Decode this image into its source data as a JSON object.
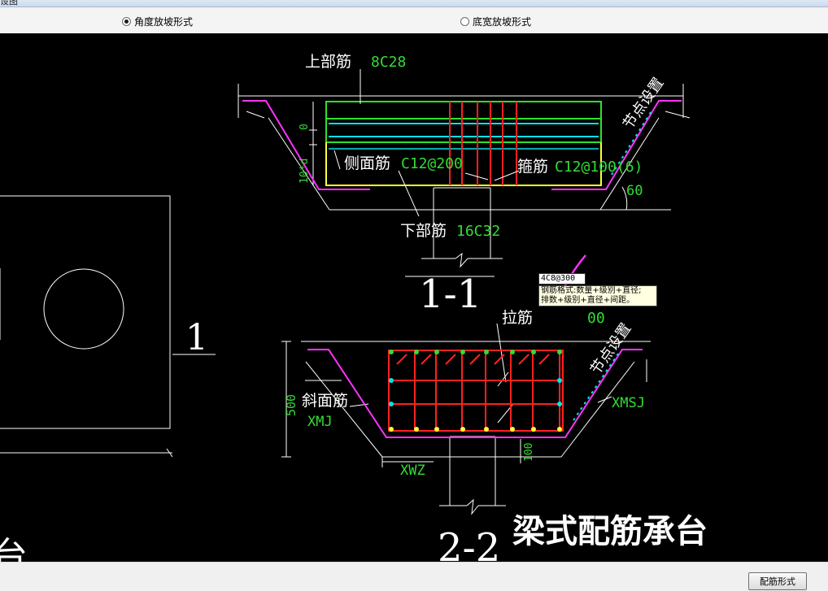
{
  "window": {
    "title": "设图"
  },
  "options": [
    {
      "label": "角度放坡形式",
      "selected": true
    },
    {
      "label": "底宽放坡形式",
      "selected": false
    }
  ],
  "drawing": {
    "section1": {
      "title": "1-1",
      "top_rebar_label": "上部筋",
      "top_rebar_value": "8C28",
      "side_rebar_label": "侧面筋",
      "side_rebar_value": "C12@200",
      "stirrup_label": "箍筋",
      "stirrup_value": "C12@100(6)",
      "bottom_rebar_label": "下部筋",
      "bottom_rebar_value": "16C32",
      "node_setting": "节点设置",
      "angle": "60",
      "dim_zero": "0",
      "dim_10d": "10*d"
    },
    "section2": {
      "title": "2-2",
      "tie_label": "拉筋",
      "tie_value": "4C8@300",
      "tie_behind": "00",
      "slope_rebar_label": "斜面筋",
      "xmj": "XMJ",
      "xmsj": "XMSJ",
      "xwz": "XWZ",
      "dim_500": "500",
      "dim_100": "100",
      "node_setting": "节点设置"
    },
    "plan_label": "1",
    "caption": "梁式配筋承台",
    "partial_char": "台"
  },
  "tooltip": {
    "line1": "钢筋格式:数量+级别+直径;",
    "line2": "排数+级别+直径+间距。"
  },
  "footer": {
    "button_label": "配筋形式"
  },
  "colors": {
    "canvas_bg": "#000000",
    "white": "#ffffff",
    "green_text": "#33dd33",
    "rebar_red": "#ff2020",
    "rebar_cyan": "#00e5e5",
    "rebar_green": "#2ee02e",
    "yellow": "#ffff33",
    "magenta": "#ff33ff"
  }
}
